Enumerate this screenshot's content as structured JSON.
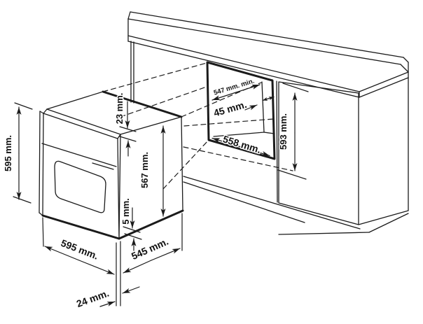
{
  "colors": {
    "line": "#1b1b1b",
    "background": "#ffffff"
  },
  "dimensions": {
    "oven_height": "595 mm.",
    "control_panel_offset": "23 mm.",
    "body_height": "567 mm.",
    "bottom_clearance": "5 mm.",
    "oven_width": "595 mm.",
    "body_depth": "545 mm.",
    "door_thickness": "24 mm.",
    "niche_depth_min": "547 mm. min.",
    "rear_gap": "45 mm.",
    "niche_width": "558 mm.",
    "niche_height": "593 mm."
  }
}
